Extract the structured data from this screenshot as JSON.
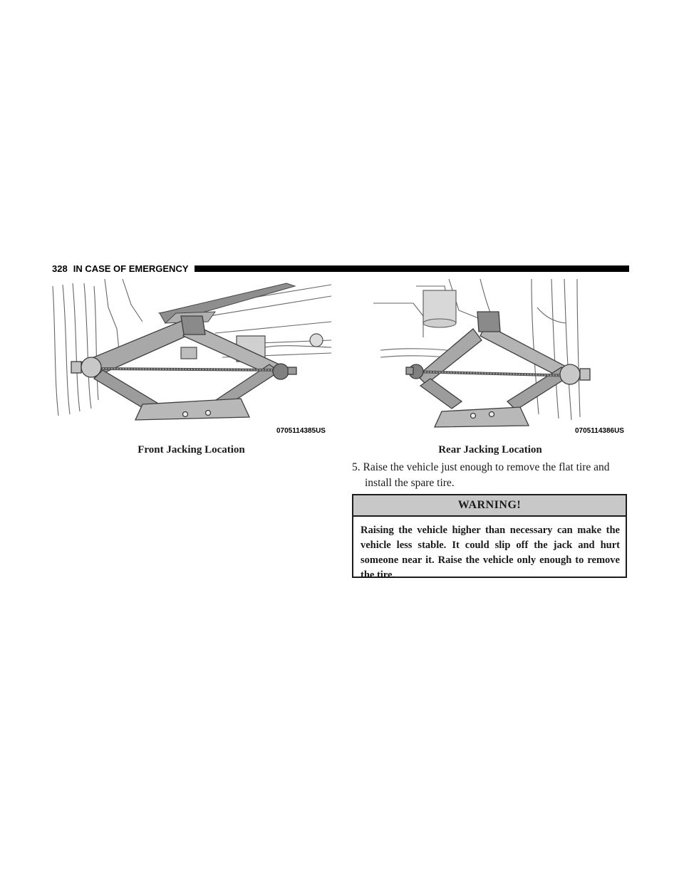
{
  "header": {
    "page_number": "328",
    "section_title": "IN CASE OF EMERGENCY"
  },
  "figures": [
    {
      "caption": "Front Jacking Location",
      "code": "0705114385US",
      "illustration": "scissor-jack-front"
    },
    {
      "caption": "Rear Jacking Location",
      "code": "0705114386US",
      "illustration": "scissor-jack-rear"
    }
  ],
  "steps": [
    {
      "number": "5.",
      "line1": "Raise the vehicle just enough to remove the flat tire and",
      "line2": "install the spare tire."
    }
  ],
  "warning": {
    "title": "WARNING!",
    "body": "Raising the vehicle higher than necessary can make the vehicle less stable. It could slip off the jack and hurt someone near it. Raise the vehicle only enough to remove the tire."
  },
  "colors": {
    "text": "#1a1a1a",
    "warning_header_bg": "#c8c8c8",
    "jack_metal": "#a8a8a8",
    "line_art": "#555555"
  }
}
